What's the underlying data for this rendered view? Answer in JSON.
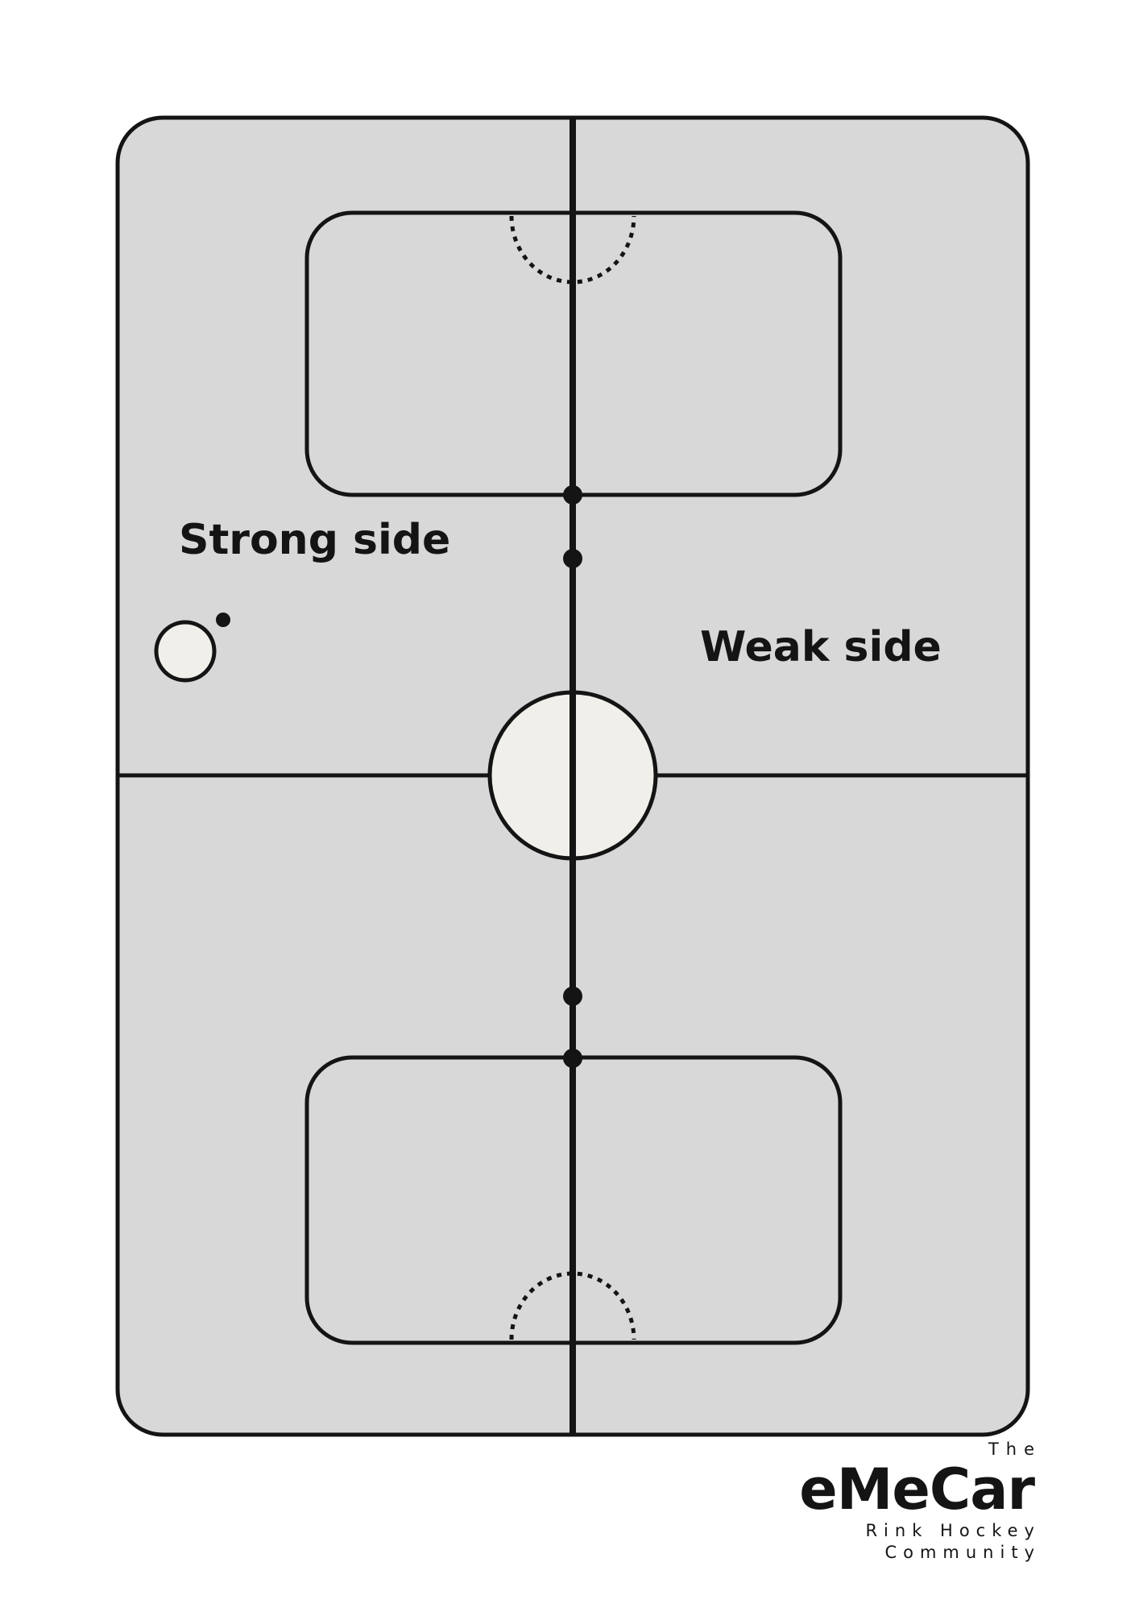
{
  "diagram": {
    "labels": {
      "strong_side": "Strong side",
      "weak_side": "Weak side"
    },
    "colors": {
      "surface": "#d8d8d8",
      "line": "#141414",
      "center_circle_fill": "#f1efea",
      "player_fill": "#f1efea"
    }
  },
  "branding": {
    "the": "The",
    "name": "eMeCar",
    "subtitle_line1": "Rink Hockey",
    "subtitle_line2": "Community"
  }
}
